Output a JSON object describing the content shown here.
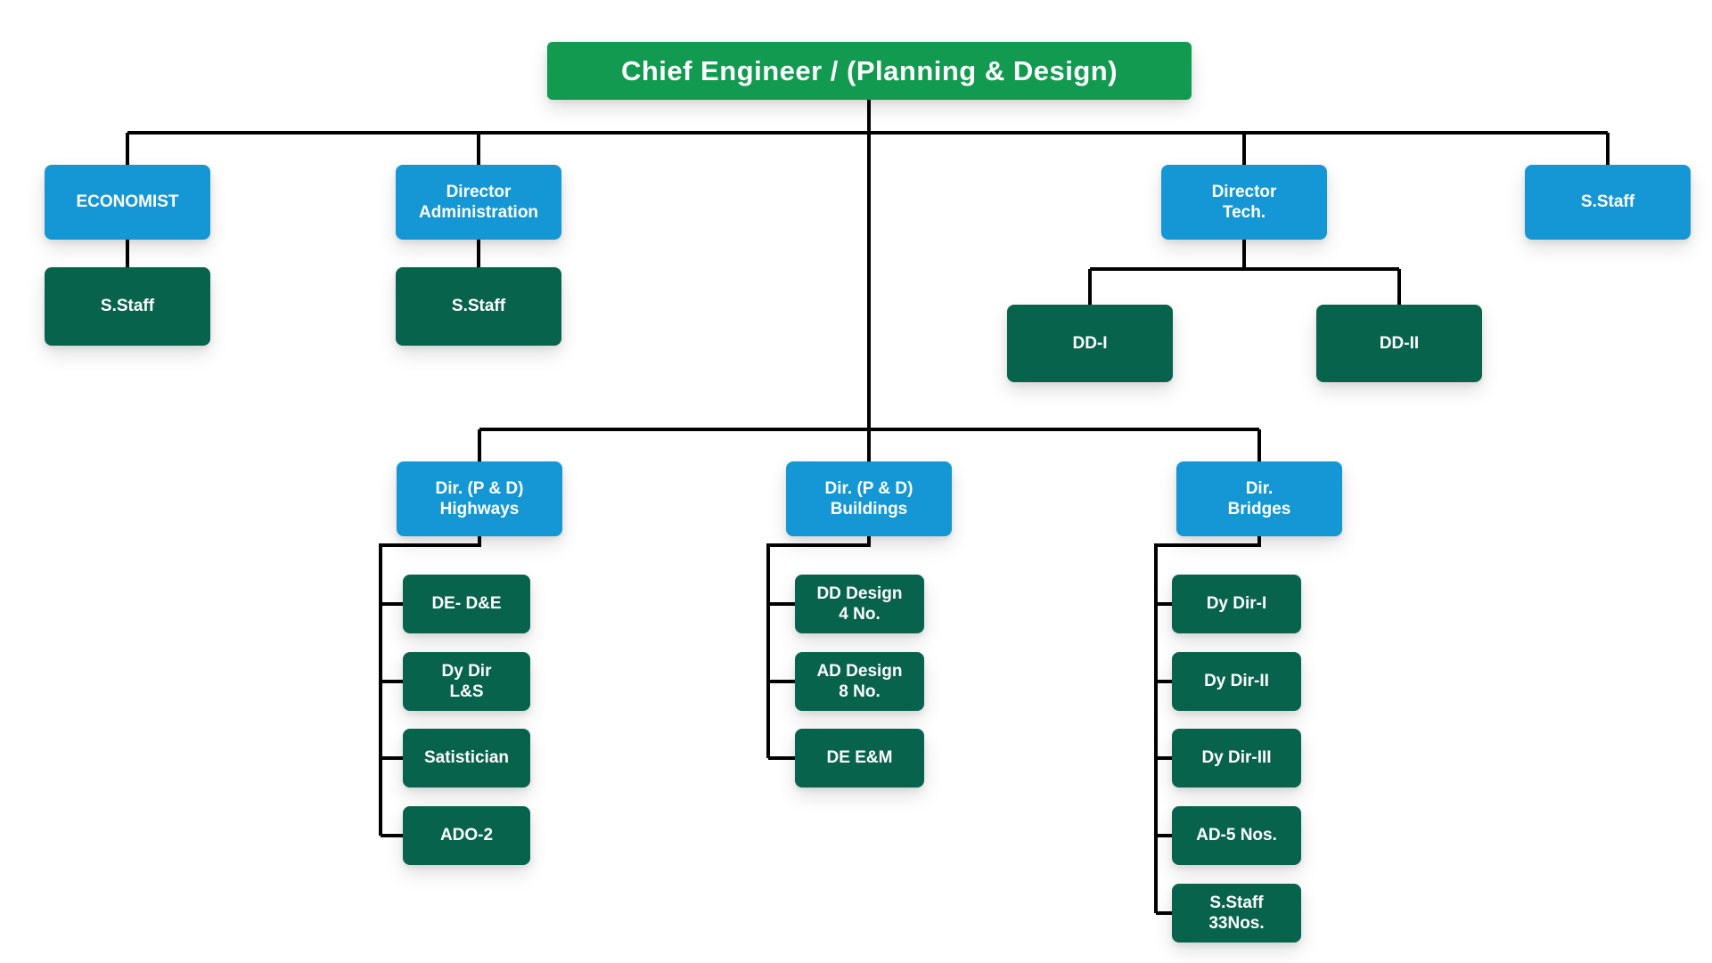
{
  "title": "Chief Engineer / (Planning & Design)",
  "colors": {
    "background": "#ffffff",
    "root_box": "#119a50",
    "director_box": "#1497d4",
    "staff_box": "#07634c",
    "line": "#000000",
    "text": "#ffffff"
  },
  "nodes": {
    "chief": {
      "label": "Chief Engineer / (Planning & Design)"
    },
    "economist": {
      "label": "ECONOMIST"
    },
    "economist_staff": {
      "label": "S.Staff"
    },
    "director_admin": {
      "label": "Director\nAdministration"
    },
    "director_admin_staff": {
      "label": "S.Staff"
    },
    "director_tech": {
      "label": "Director\nTech."
    },
    "dd_1": {
      "label": "DD-I"
    },
    "dd_2": {
      "label": "DD-II"
    },
    "s_staff_top": {
      "label": "S.Staff"
    },
    "dir_highways": {
      "label": "Dir. (P & D)\nHighways"
    },
    "highways_1": {
      "label": "DE- D&E"
    },
    "highways_2": {
      "label": "Dy Dir\nL&S"
    },
    "highways_3": {
      "label": "Satistician"
    },
    "highways_4": {
      "label": "ADO-2"
    },
    "dir_buildings": {
      "label": "Dir. (P & D)\nBuildings"
    },
    "buildings_1": {
      "label": "DD Design\n4 No."
    },
    "buildings_2": {
      "label": "AD Design\n8 No."
    },
    "buildings_3": {
      "label": "DE E&M"
    },
    "dir_bridges": {
      "label": "Dir.\nBridges"
    },
    "bridges_1": {
      "label": "Dy Dir-I"
    },
    "bridges_2": {
      "label": "Dy Dir-II"
    },
    "bridges_3": {
      "label": "Dy Dir-III"
    },
    "bridges_4": {
      "label": "AD-5 Nos."
    },
    "bridges_5": {
      "label": "S.Staff\n33Nos."
    }
  },
  "hierarchy": {
    "Chief Engineer / (Planning & Design)": {
      "ECONOMIST": [
        "S.Staff"
      ],
      "Director Administration": [
        "S.Staff"
      ],
      "Director Tech.": [
        "DD-I",
        "DD-II"
      ],
      "S.Staff": [],
      "Dir. (P & D) Highways": [
        "DE- D&E",
        "Dy Dir L&S",
        "Satistician",
        "ADO-2"
      ],
      "Dir. (P & D) Buildings": [
        "DD Design 4 No.",
        "AD Design 8 No.",
        "DE E&M"
      ],
      "Dir. Bridges": [
        "Dy Dir-I",
        "Dy Dir-II",
        "Dy Dir-III",
        "AD-5 Nos.",
        "S.Staff 33Nos."
      ]
    }
  }
}
